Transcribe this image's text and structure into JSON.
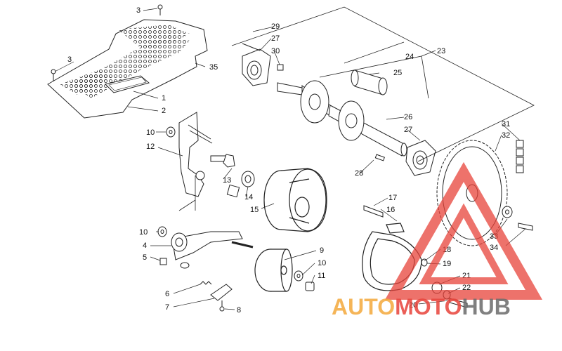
{
  "diagram": {
    "callouts": {
      "c1": "1",
      "c2": "2",
      "c3a": "3",
      "c3b": "3",
      "c4": "4",
      "c5": "5",
      "c6": "6",
      "c7": "7",
      "c8": "8",
      "c9": "9",
      "c10a": "10",
      "c10b": "10",
      "c10c": "10",
      "c11": "11",
      "c12": "12",
      "c13": "13",
      "c14": "14",
      "c15": "15",
      "c16": "16",
      "c17": "17",
      "c18": "18",
      "c19": "19",
      "c20": "20",
      "c21": "21",
      "c22": "22",
      "c23": "23",
      "c24": "24",
      "c25": "25",
      "c26": "26",
      "c27a": "27",
      "c27b": "27",
      "c28": "28",
      "c29": "29",
      "c30": "30",
      "c31": "31",
      "c32": "32",
      "c33": "33",
      "c34": "34",
      "c35": "35"
    }
  },
  "watermark": {
    "word1": "AUTO",
    "word2": "MOTO",
    "word3": "HUB",
    "color_red": "#e8433a",
    "color_orange": "#f4a93b",
    "color_gray": "#6b6b6b"
  }
}
